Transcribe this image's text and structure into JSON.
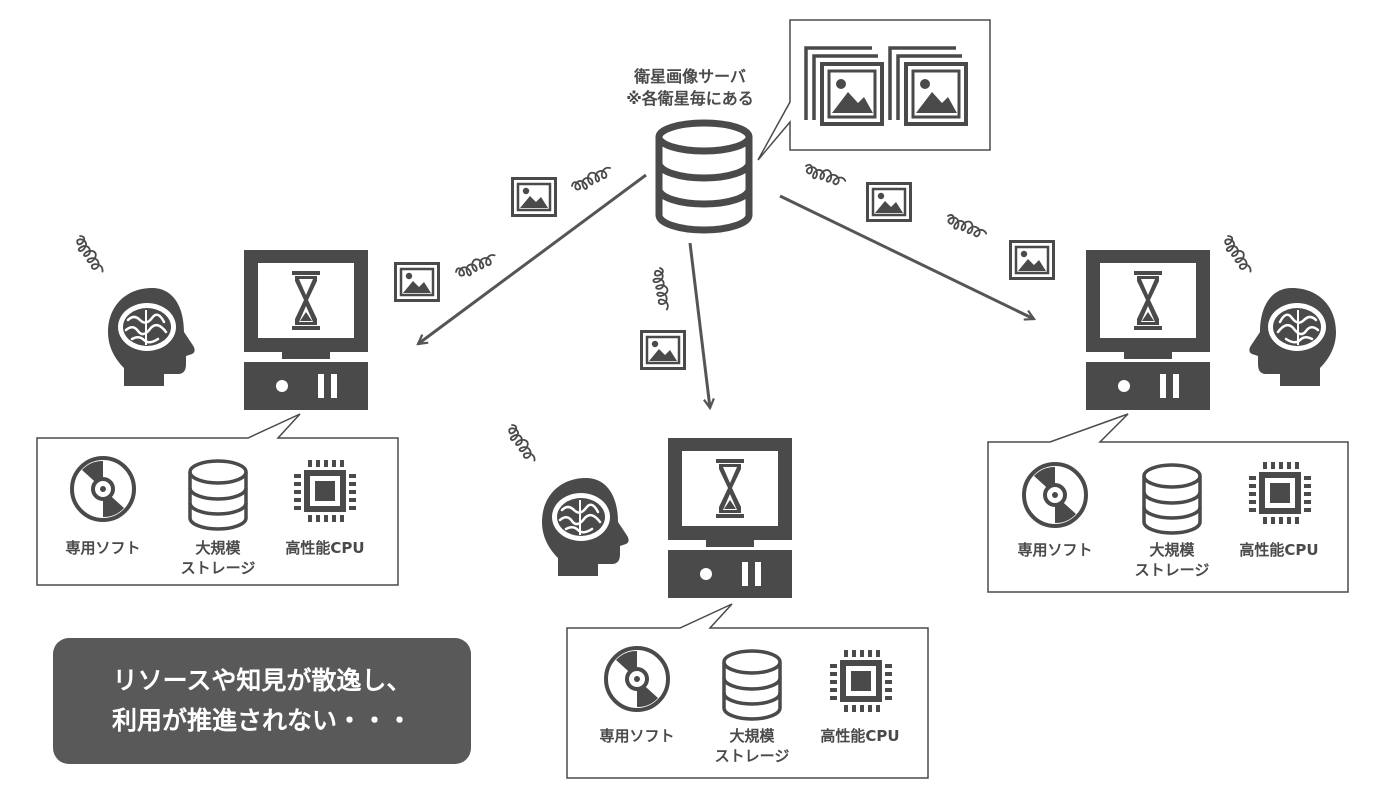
{
  "server": {
    "title_line1": "衛星画像サーバ",
    "title_line2": "※各衛星毎にある"
  },
  "resources": {
    "software": "専用ソフト",
    "storage_line1": "大規模",
    "storage_line2": "ストレージ",
    "cpu": "高性能CPU"
  },
  "message": {
    "line1": "リソースや知見が散逸し、",
    "line2": "利用が推進されない・・・"
  },
  "colors": {
    "icon": "#4a4a4a",
    "callout_message_bg": "#595959",
    "text": "#4a4a4a"
  },
  "icons": [
    "database-icon",
    "image-icon",
    "computer-icon",
    "hourglass-icon",
    "brain-head-icon",
    "disc-icon",
    "cpu-chip-icon",
    "signal-squiggle-icon"
  ]
}
